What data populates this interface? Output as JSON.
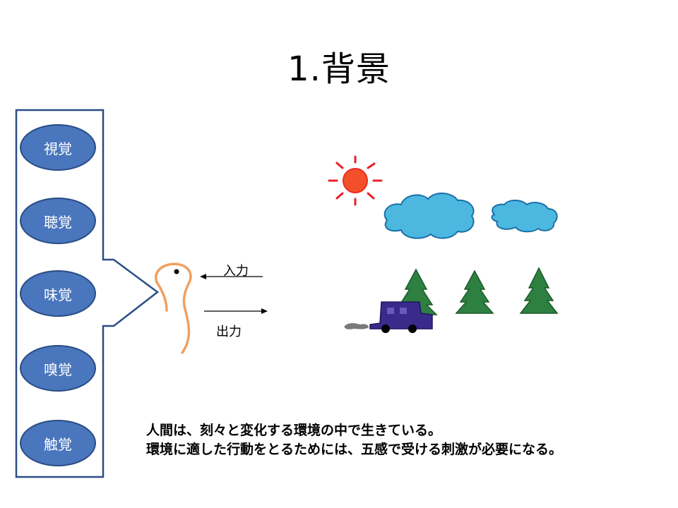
{
  "slide": {
    "title": "1.背景",
    "senses": [
      "視覚",
      "聴覚",
      "味覚",
      "嗅覚",
      "触覚"
    ],
    "input_label": "入力",
    "output_label": "出力",
    "caption_lines": [
      "人間は、刻々と変化する環境の中で生きている。",
      "環境に適した行動をとるためには、五感で受ける刺激が必要になる。"
    ]
  },
  "colors": {
    "oval_fill": "#4a76bd",
    "panel_stroke": "#2a4d86",
    "person_stroke": "#f0a060",
    "sun": "#f24a22",
    "cloud": "#4cb8e0",
    "tree": "#2e8040",
    "car": "#3a2a8a"
  },
  "icons": [
    "sun-icon",
    "cloud-icon",
    "tree-icon",
    "car-icon",
    "person-icon",
    "arrow-icon"
  ]
}
